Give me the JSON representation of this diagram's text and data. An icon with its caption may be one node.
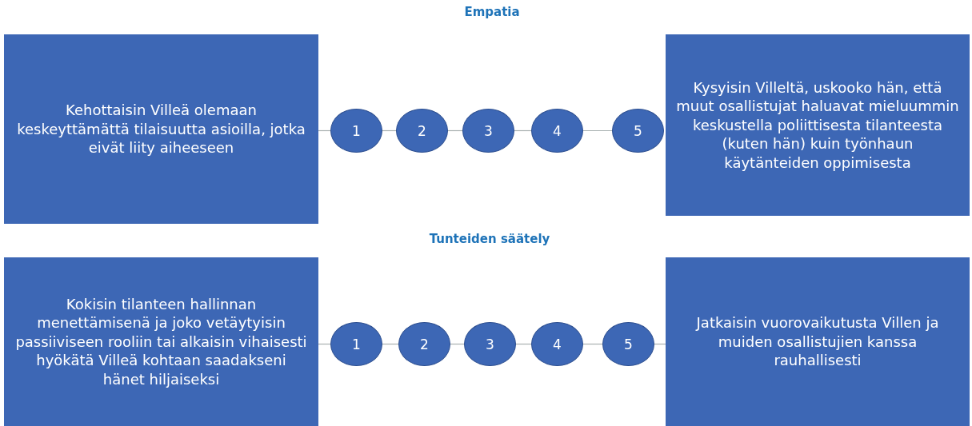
{
  "diagram": {
    "nodes": [
      {
        "text": [
          "Kehottaisin Villeä olemaan keskeyttämättä tilaisuutta asioilla, jotka eivät liity aiheeseen"
        ]
      },
      {
        "text": [
          "1"
        ]
      },
      {
        "text": [
          "2"
        ]
      },
      {
        "text": [
          "3"
        ]
      },
      {
        "text": [
          "4"
        ]
      },
      {
        "text": [
          "5"
        ]
      },
      {
        "text": [
          "Kysyisin Villeltä, uskooko hän, että muut osallistujat haluavat mieluummin keskustella poliittisesta tilanteesta (kuten hän) kuin työnhaun käytänteiden oppimisesta"
        ]
      },
      {
        "text": [
          "Kokisin tilanteen hallinnan menettämisenä ja joko vetäytyisin passiiviseen rooliin tai alkaisin vihaisesti hyökätä Villeä kohtaan saadakseni hänet hiljaiseksi"
        ]
      },
      {
        "text": [
          "1"
        ]
      },
      {
        "text": [
          "2"
        ]
      },
      {
        "text": [
          "3"
        ]
      },
      {
        "text": [
          "4"
        ]
      },
      {
        "text": [
          "5"
        ]
      },
      {
        "text": [
          "Jatkaisin vuorovaikutusta Villen ja muiden osallistujien kanssa rauhallisesti"
        ]
      }
    ],
    "edges": [
      {
        "from": 0,
        "to": 1,
        "arrow": "none"
      },
      {
        "from": 1,
        "to": 2,
        "arrow": "none"
      },
      {
        "from": 2,
        "to": 3,
        "arrow": "none"
      },
      {
        "from": 3,
        "to": 4,
        "arrow": "none"
      },
      {
        "from": 4,
        "to": 5,
        "arrow": "none"
      },
      {
        "from": 7,
        "to": 8,
        "arrow": "none"
      },
      {
        "from": 8,
        "to": 9,
        "arrow": "none"
      },
      {
        "from": 9,
        "to": 10,
        "arrow": "none"
      },
      {
        "from": 10,
        "to": 11,
        "arrow": "none"
      },
      {
        "from": 11,
        "to": 12,
        "arrow": "none"
      },
      {
        "from": 12,
        "to": 13,
        "arrow": "none"
      }
    ],
    "labels": [
      "Empatia",
      "Tunteiden säätely"
    ]
  }
}
